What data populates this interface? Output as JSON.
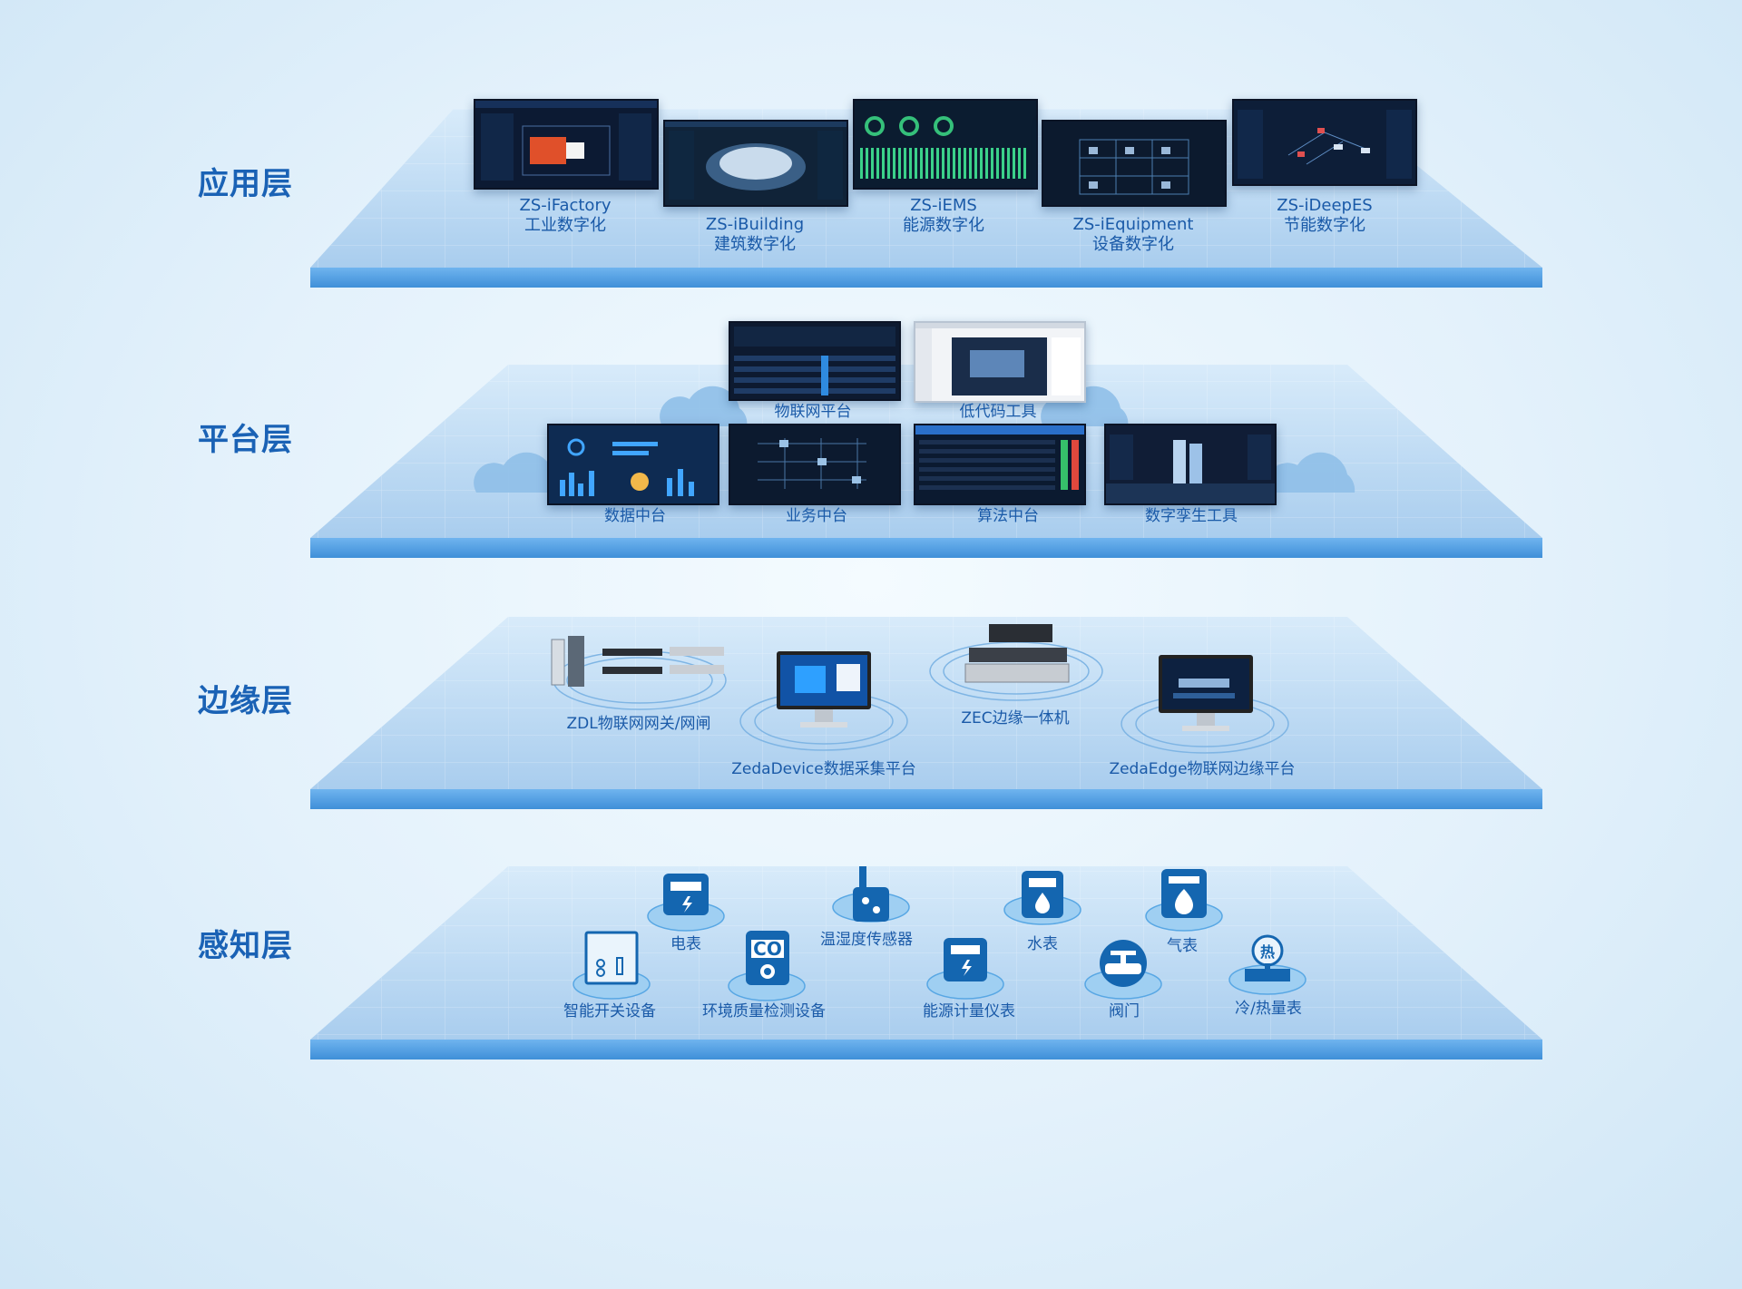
{
  "layers": {
    "application": {
      "title": "应用层",
      "items": [
        {
          "name": "ZS-iFactory",
          "desc": "工业数字化"
        },
        {
          "name": "ZS-iBuilding",
          "desc": "建筑数字化"
        },
        {
          "name": "ZS-iEMS",
          "desc": "能源数字化"
        },
        {
          "name": "ZS-iEquipment",
          "desc": "设备数字化"
        },
        {
          "name": "ZS-iDeepES",
          "desc": "节能数字化"
        }
      ]
    },
    "platform": {
      "title": "平台层",
      "items": [
        "物联网平台",
        "低代码工具",
        "数据中台",
        "业务中台",
        "算法中台",
        "数字孪生工具"
      ]
    },
    "edge": {
      "title": "边缘层",
      "items": [
        "ZDL物联网网关/网闸",
        "ZedaDevice数据采集平台",
        "ZEC边缘一体机",
        "ZedaEdge物联网边缘平台"
      ]
    },
    "perception": {
      "title": "感知层",
      "items": [
        "电表",
        "温湿度传感器",
        "水表",
        "气表",
        "智能开关设备",
        "环境质量检测设备",
        "能源计量仪表",
        "阀门",
        "冷/热量表"
      ],
      "co_text": "CO",
      "heat_text": "热"
    }
  },
  "colors": {
    "accent": "#1a62b5",
    "plate_top": "#b9d8f2",
    "plate_edge": "#5aa3e6",
    "icon_dark": "#1466b0"
  }
}
